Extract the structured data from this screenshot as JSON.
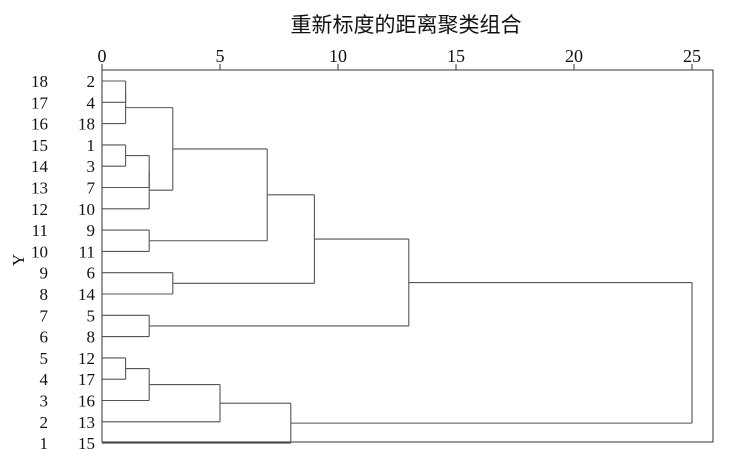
{
  "chart_data": {
    "type": "dendrogram",
    "title": "重新标度的距离聚类组合",
    "ylabel": "Y",
    "xlim": [
      0,
      26
    ],
    "x_ticks": [
      0,
      5,
      10,
      15,
      20,
      25
    ],
    "rows": [
      {
        "pos": "18",
        "case": "2"
      },
      {
        "pos": "17",
        "case": "4"
      },
      {
        "pos": "16",
        "case": "18"
      },
      {
        "pos": "15",
        "case": "1"
      },
      {
        "pos": "14",
        "case": "3"
      },
      {
        "pos": "13",
        "case": "7"
      },
      {
        "pos": "12",
        "case": "10"
      },
      {
        "pos": "11",
        "case": "9"
      },
      {
        "pos": "10",
        "case": "11"
      },
      {
        "pos": "9",
        "case": "6"
      },
      {
        "pos": "8",
        "case": "14"
      },
      {
        "pos": "7",
        "case": "5"
      },
      {
        "pos": "6",
        "case": "8"
      },
      {
        "pos": "5",
        "case": "12"
      },
      {
        "pos": "4",
        "case": "17"
      },
      {
        "pos": "3",
        "case": "16"
      },
      {
        "pos": "2",
        "case": "13"
      },
      {
        "pos": "1",
        "case": "15"
      }
    ],
    "merges": [
      {
        "a": "L0",
        "b": "L1",
        "height": 1
      },
      {
        "a": "C0",
        "b": "L2",
        "height": 1
      },
      {
        "a": "L3",
        "b": "L4",
        "height": 1
      },
      {
        "a": "C2",
        "b": "L5",
        "height": 2
      },
      {
        "a": "C3",
        "b": "L6",
        "height": 2
      },
      {
        "a": "C1",
        "b": "C4",
        "height": 3
      },
      {
        "a": "L7",
        "b": "L8",
        "height": 2
      },
      {
        "a": "C5",
        "b": "C6",
        "height": 7
      },
      {
        "a": "L9",
        "b": "L10",
        "height": 3
      },
      {
        "a": "C7",
        "b": "C8",
        "height": 9
      },
      {
        "a": "L11",
        "b": "L12",
        "height": 2
      },
      {
        "a": "C9",
        "b": "C10",
        "height": 13
      },
      {
        "a": "L13",
        "b": "L14",
        "height": 1
      },
      {
        "a": "C12",
        "b": "L15",
        "height": 2
      },
      {
        "a": "C13",
        "b": "L16",
        "height": 5
      },
      {
        "a": "C14",
        "b": "L17",
        "height": 8
      },
      {
        "a": "C11",
        "b": "C15",
        "height": 25
      }
    ]
  }
}
